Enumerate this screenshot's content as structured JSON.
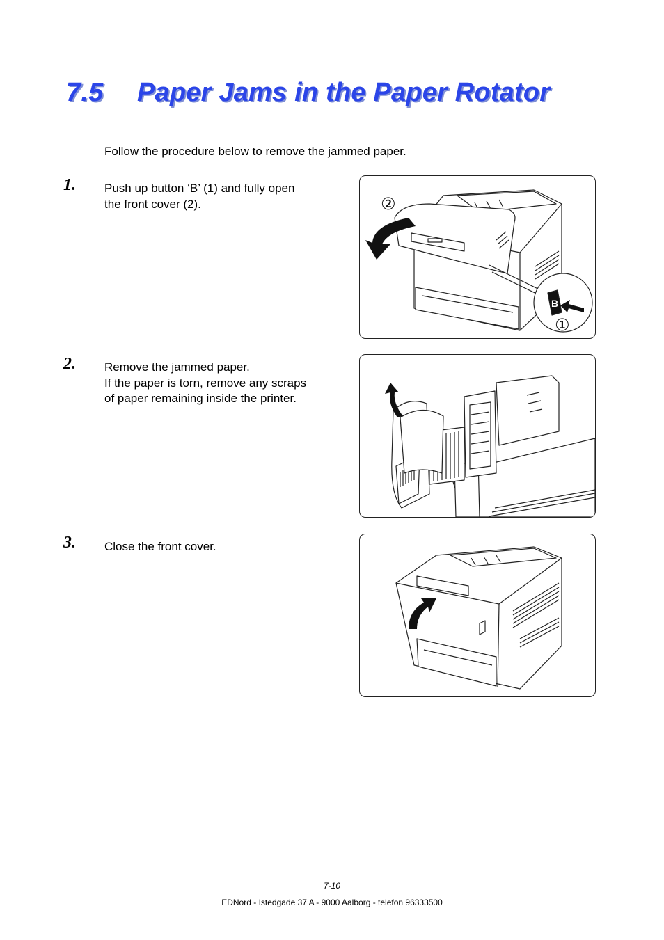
{
  "heading": {
    "number": "7.5",
    "title": "Paper Jams in the Paper Rotator"
  },
  "intro": "Follow the procedure below to remove the jammed paper.",
  "steps": [
    {
      "number": "1.",
      "lines": [
        "Push up button ‘B’ (1) and fully open",
        "the front cover (2)."
      ],
      "figure": {
        "callouts": [
          "②",
          "①"
        ],
        "button_label": "B"
      }
    },
    {
      "number": "2.",
      "lines": [
        "Remove the jammed paper.",
        "If the paper is torn, remove any scraps",
        "of paper remaining inside the printer."
      ]
    },
    {
      "number": "3.",
      "lines": [
        "Close the front cover."
      ]
    }
  ],
  "footer": {
    "page_number": "7-10",
    "address": "EDNord - Istedgade 37 A - 9000 Aalborg - telefon 96333500"
  },
  "colors": {
    "heading": "#2b45e8",
    "rule": "#d21a1a"
  }
}
